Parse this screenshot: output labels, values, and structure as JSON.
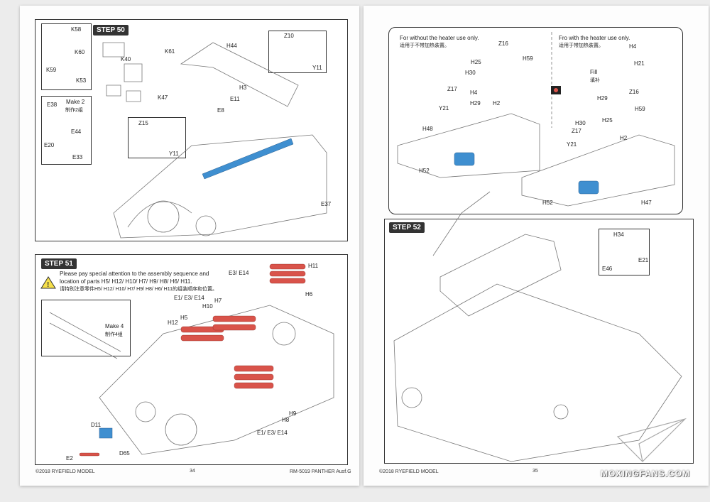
{
  "left_page": {
    "step50": {
      "label": "STEP 50",
      "parts": [
        "K58",
        "K60",
        "K40",
        "K59",
        "K53",
        "K61",
        "H44",
        "Z10",
        "Y11",
        "H3",
        "E11",
        "E8",
        "K47",
        "E38",
        "E44",
        "E20",
        "E33",
        "Z15",
        "Y11",
        "E37"
      ],
      "make": "Make 2",
      "make_cn": "制作2组"
    },
    "step51": {
      "label": "STEP 51",
      "warning_icon": "warning-triangle-icon",
      "note_en_1": "Please pay special attention to the assembly sequence and",
      "note_en_2": "location of parts H5/ H12/ H10/ H7/ H9/ H8/ H6/ H11.",
      "note_cn": "请特别注意零件H5/ H12/ H10/ H7/ H9/ H8/ H6/ H11的组装顺序和位置。",
      "parts": [
        "E3/ E14",
        "H11",
        "H6",
        "E1/ E3/ E14",
        "H7",
        "H10",
        "H5",
        "H12",
        "H9",
        "H8",
        "E1/ E3/ E14",
        "D11",
        "D65",
        "E2"
      ],
      "make": "Make 4",
      "make_cn": "制作4组"
    },
    "footer": {
      "copyright": "©2018 RYEFIELD MODEL",
      "page": "34",
      "model": "RM-5019 PANTHER Ausf.G"
    }
  },
  "right_page": {
    "heater": {
      "without_en": "For without the heater use only.",
      "without_cn": "适用于不带加热装置。",
      "with_en": "Fro with the heater use only.",
      "with_cn": "适用于带加热装置。",
      "left_parts": [
        "Z16",
        "H59",
        "H25",
        "H30",
        "H4",
        "Z17",
        "H29",
        "H2",
        "Y21",
        "H48",
        "H52"
      ],
      "right_parts": [
        "H4",
        "H21",
        "Fill",
        "填补",
        "Z16",
        "H29",
        "H59",
        "H25",
        "H30",
        "Z17",
        "H2",
        "Y21",
        "H52",
        "H47"
      ]
    },
    "step52": {
      "label": "STEP 52",
      "parts": [
        "H34",
        "E21",
        "E46"
      ]
    },
    "footer": {
      "copyright": "©2018 RYEFIELD MODEL",
      "page": "35"
    },
    "watermark": "MOXINGFANS.COM"
  },
  "colors": {
    "highlight_blue": "#3f8fd0",
    "rod_red": "#d9534a",
    "ink": "#333333"
  }
}
